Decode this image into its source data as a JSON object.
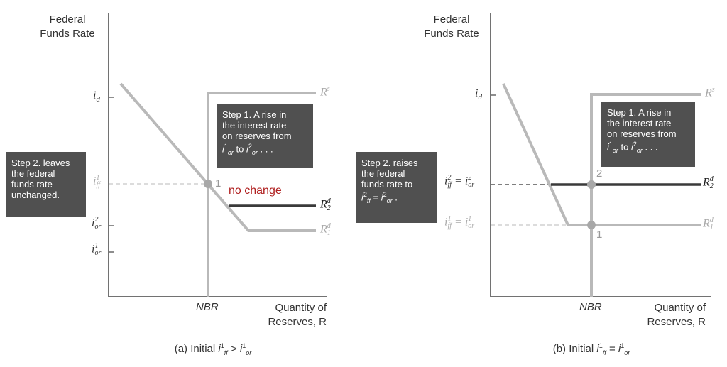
{
  "colors": {
    "curve_gray": "#b9b9b9",
    "demand_dark": "#3a3a3a",
    "box_bg": "#505050",
    "note_red": "#b02020",
    "axis": "#444444"
  },
  "panel_a": {
    "yaxis_title": [
      "Federal",
      "Funds Rate"
    ],
    "xaxis_title": [
      "Quantity of",
      "Reserves, R"
    ],
    "ticks": {
      "id": "i_d",
      "iff1": "i¹ff",
      "ior2": "i²or",
      "ior1": "i¹or"
    },
    "curve_labels": {
      "rs": "Rs",
      "r2d": "R²d",
      "r1d": "R¹d"
    },
    "nbr": "NBR",
    "point1": "1",
    "note": "no change",
    "box_step1": [
      "Step 1. A rise in",
      "the interest rate",
      "on reserves from",
      "i¹or to i²or . . ."
    ],
    "box_step2": [
      "Step 2. leaves",
      "the federal",
      "funds rate",
      "unchanged."
    ],
    "caption": "(a) Initial i¹ff > i¹or"
  },
  "panel_b": {
    "yaxis_title": [
      "Federal",
      "Funds Rate"
    ],
    "xaxis_title": [
      "Quantity of",
      "Reserves, R"
    ],
    "ticks": {
      "id": "i_d",
      "iff2": "i²ff = i²or",
      "iff1": "i¹ff = i¹or"
    },
    "curve_labels": {
      "rs": "Rs",
      "r2d": "R²d",
      "r1d": "R¹d"
    },
    "nbr": "NBR",
    "point1": "1",
    "point2": "2",
    "box_step1": [
      "Step 1. A rise in",
      "the interest rate",
      "on reserves from",
      "i¹or to i²or . . ."
    ],
    "box_step2": [
      "Step 2. raises",
      "the federal",
      "funds rate to",
      "i²ff = i²or ."
    ],
    "caption": "(b) Initial i¹ff = i¹or"
  }
}
